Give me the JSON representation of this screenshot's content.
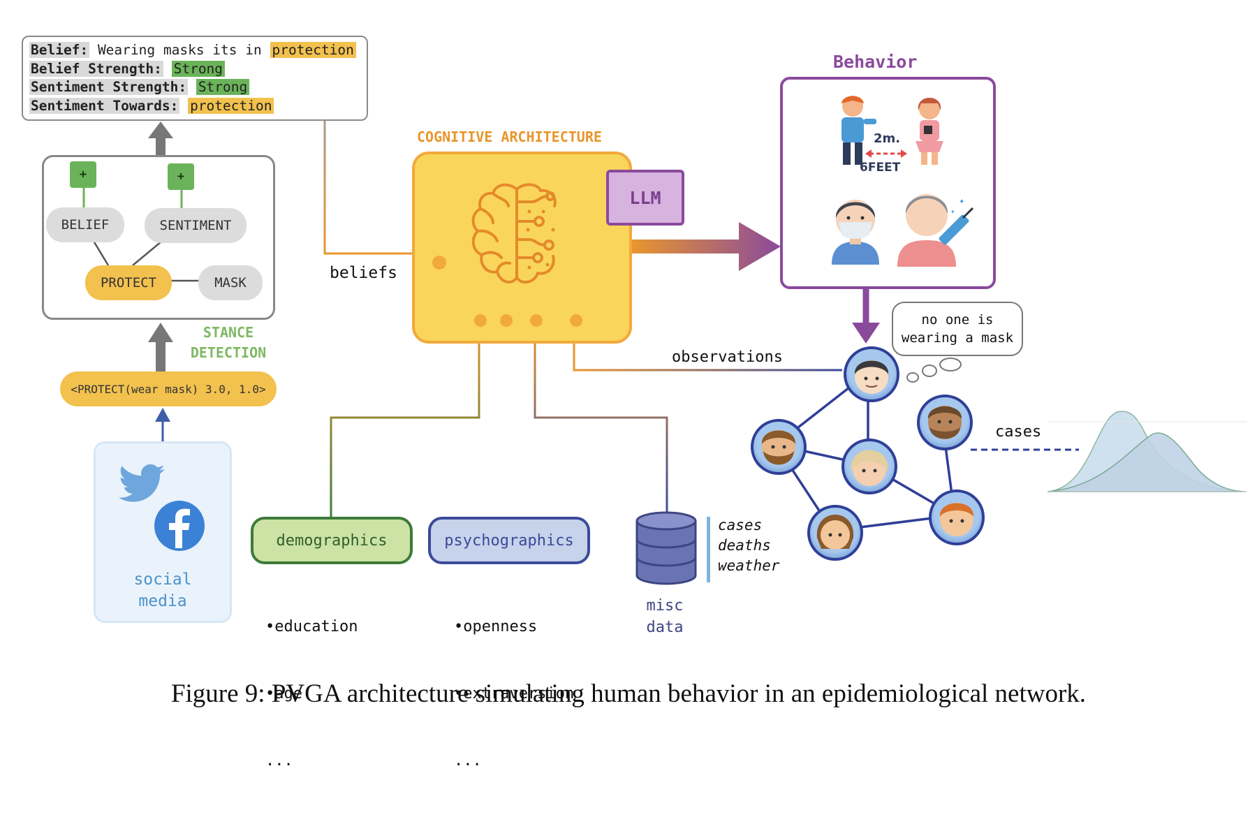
{
  "belief_panel": {
    "belief_key": "Belief:",
    "belief_text": "Wearing masks its in",
    "belief_target": "protection",
    "belief_strength_key": "Belief Strength:",
    "belief_strength_val": "Strong",
    "sentiment_strength_key": "Sentiment Strength:",
    "sentiment_strength_val": "Strong",
    "sentiment_towards_key": "Sentiment Towards:",
    "sentiment_towards_val": "protection"
  },
  "stance_graph": {
    "plus_label": "+",
    "belief": "BELIEF",
    "sentiment": "SENTIMENT",
    "protect": "PROTECT",
    "mask": "MASK"
  },
  "stance_detection": {
    "line1": "STANCE",
    "line2": "DETECTION"
  },
  "stance_tuple": "<PROTECT(wear mask) 3.0, 1.0>",
  "social_media": {
    "line1": "social",
    "line2": "media"
  },
  "beliefs_label": "beliefs",
  "cognitive": {
    "title": "COGNITIVE ARCHITECTURE",
    "llm": "LLM"
  },
  "behavior": {
    "title": "Behavior",
    "distance_label": "2m.",
    "feet_label": "6FEET"
  },
  "thought": {
    "line1": "no one is",
    "line2": "wearing a mask"
  },
  "observations_label": "observations",
  "cases_label": "cases",
  "demographics": {
    "title": "demographics",
    "items": [
      "•education",
      "•age",
      "..."
    ]
  },
  "psychographics": {
    "title": "psychographics",
    "items": [
      "•openness",
      "•extraversion",
      "..."
    ]
  },
  "misc": {
    "items": [
      "cases",
      "deaths",
      "weather"
    ],
    "line1": "misc",
    "line2": "data"
  },
  "caption": "Figure 9: PVGA architecture simulating human behavior in an epidemiological network.",
  "colors": {
    "orange": "#e8962e",
    "cog_fill": "#fad55c",
    "llm_fill": "#d7b3df",
    "purple": "#8a4a9c",
    "green_box": "#cde3a6",
    "blue_box": "#c6d3ea",
    "db": "#6a73b3",
    "node_blue": "#3f55a7"
  }
}
